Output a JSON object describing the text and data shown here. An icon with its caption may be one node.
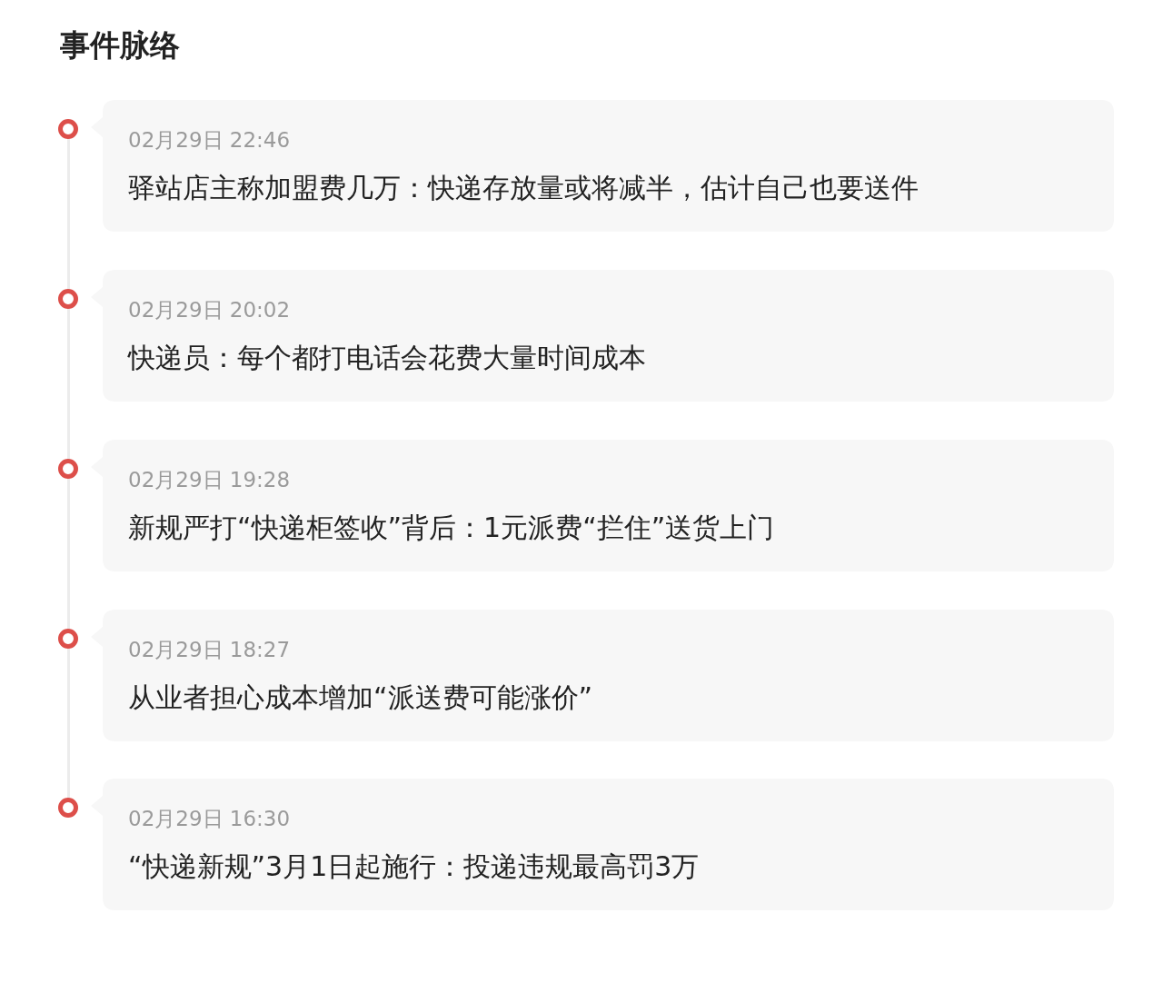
{
  "diagram": {
    "title": "事件脉络",
    "nodes": [
      {
        "text": [
          "02月29日 22:46",
          "驿站店主称加盟费几万：快递存放量或将减半，估计自己也要送件"
        ]
      },
      {
        "text": [
          "02月29日 20:02",
          "快递员：每个都打电话会花费大量时间成本"
        ]
      },
      {
        "text": [
          "02月29日 19:28",
          "新规严打“快递柜签收”背后：1元派费“拦住”送货上门"
        ]
      },
      {
        "text": [
          "02月29日 18:27",
          "从业者担心成本增加“派送费可能涨价”"
        ]
      },
      {
        "text": [
          "02月29日 16:30",
          "“快递新规”3月1日起施行：投递违规最高罚3万"
        ]
      }
    ]
  }
}
